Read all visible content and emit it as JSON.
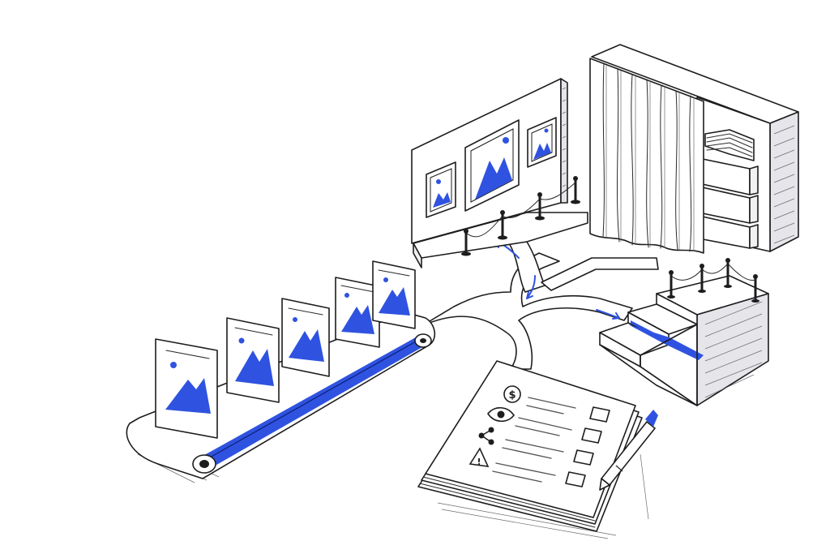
{
  "colors": {
    "ink": "#1d1d1f",
    "accent": "#2f53e0",
    "paper": "#ffffff",
    "shade": "#f1f1f3"
  },
  "conveyor": {
    "card_count": 5,
    "belt_color": "#2f53e0"
  },
  "gallery": {
    "frame_count": 3,
    "stanchion_count": 4
  },
  "archive": {
    "drawer_count": 3
  },
  "stairs": {
    "step_count": 3,
    "highlighted_step": 2
  },
  "checklist": {
    "items": [
      {
        "icon": "dollar-icon",
        "symbol": "$"
      },
      {
        "icon": "eye-icon",
        "symbol": ""
      },
      {
        "icon": "share-icon",
        "symbol": ""
      },
      {
        "icon": "warning-icon",
        "symbol": "!"
      }
    ]
  }
}
